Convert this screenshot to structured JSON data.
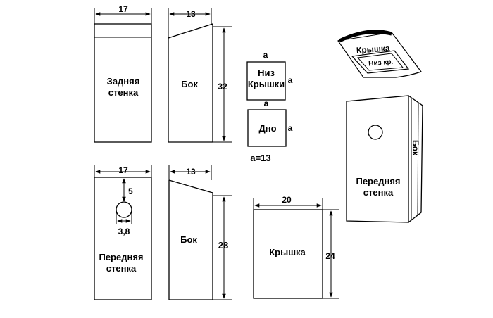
{
  "parts": {
    "back_wall": {
      "label_line1": "Задняя",
      "label_line2": "стенка",
      "width": "17"
    },
    "side_top": {
      "label": "Бок",
      "width": "13",
      "height": "32"
    },
    "lid_bottom": {
      "label_line1": "Низ",
      "label_line2": "Крышки",
      "side_mark_top": "a",
      "side_mark_right": "a"
    },
    "bottom": {
      "label": "Дно",
      "side_mark_top": "a",
      "side_mark_right": "a"
    },
    "equation": "a=13",
    "front_wall": {
      "label_line1": "Передняя",
      "label_line2": "стенка",
      "width": "17",
      "hole_offset": "5",
      "hole_diameter": "3,8"
    },
    "side_bottom": {
      "label": "Бок",
      "width": "13",
      "height": "28"
    },
    "lid": {
      "label": "Крышка",
      "width": "20",
      "height": "24"
    }
  },
  "assembled": {
    "lid_label": "Крышка",
    "lid_bottom_label": "Низ кр.",
    "front_label_line1": "Передняя",
    "front_label_line2": "стенка",
    "side_label": "Бок"
  }
}
